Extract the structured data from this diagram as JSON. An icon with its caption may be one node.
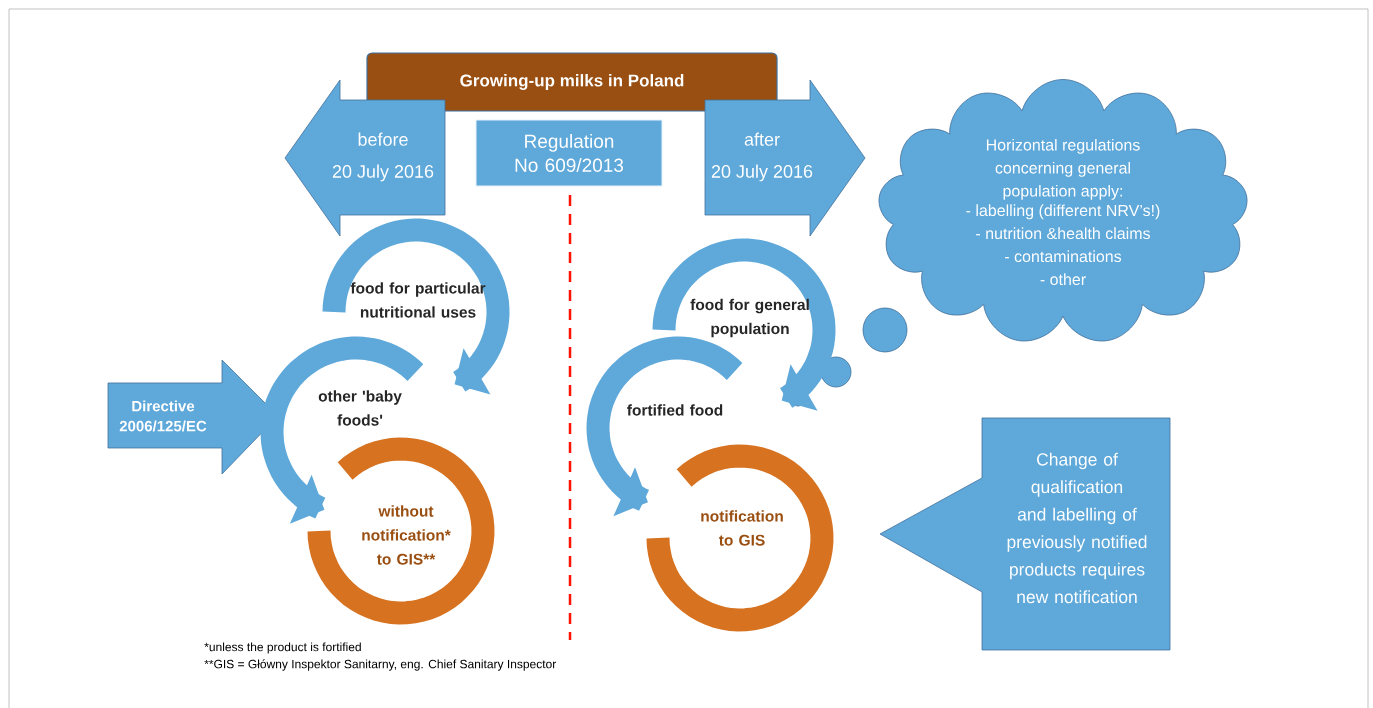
{
  "diagram": {
    "nodes": [
      {
        "text": [
          "Growing-up milks in Poland"
        ]
      },
      {
        "text": [
          "before",
          "20 July 2016"
        ]
      },
      {
        "text": [
          "Regulation No 609/2013"
        ]
      },
      {
        "text": [
          "after",
          "20 July 2016"
        ]
      },
      {
        "text": [
          "Horizontal regulations concerning general population apply:",
          "- labelling (different NRV’s!)",
          "- nutrition &health claims",
          "- contaminations",
          "- other"
        ]
      },
      {
        "text": [
          "food for particular nutritional uses"
        ]
      },
      {
        "text": [
          "Directive 2006/125/EC"
        ]
      },
      {
        "text": [
          "other 'baby foods'"
        ]
      },
      {
        "text": [
          "without notification* to GIS**"
        ]
      },
      {
        "text": [
          "food for general population"
        ]
      },
      {
        "text": [
          "fortified food"
        ]
      },
      {
        "text": [
          "notification to GIS"
        ]
      },
      {
        "text": [
          "Change of qualification and labelling of previously notified products requires new notification"
        ]
      }
    ],
    "labels": [
      "*unless the product is fortified",
      "**GIS = Główny Inspektor Sanitarny, eng. Chief Sanitary Inspector"
    ]
  }
}
